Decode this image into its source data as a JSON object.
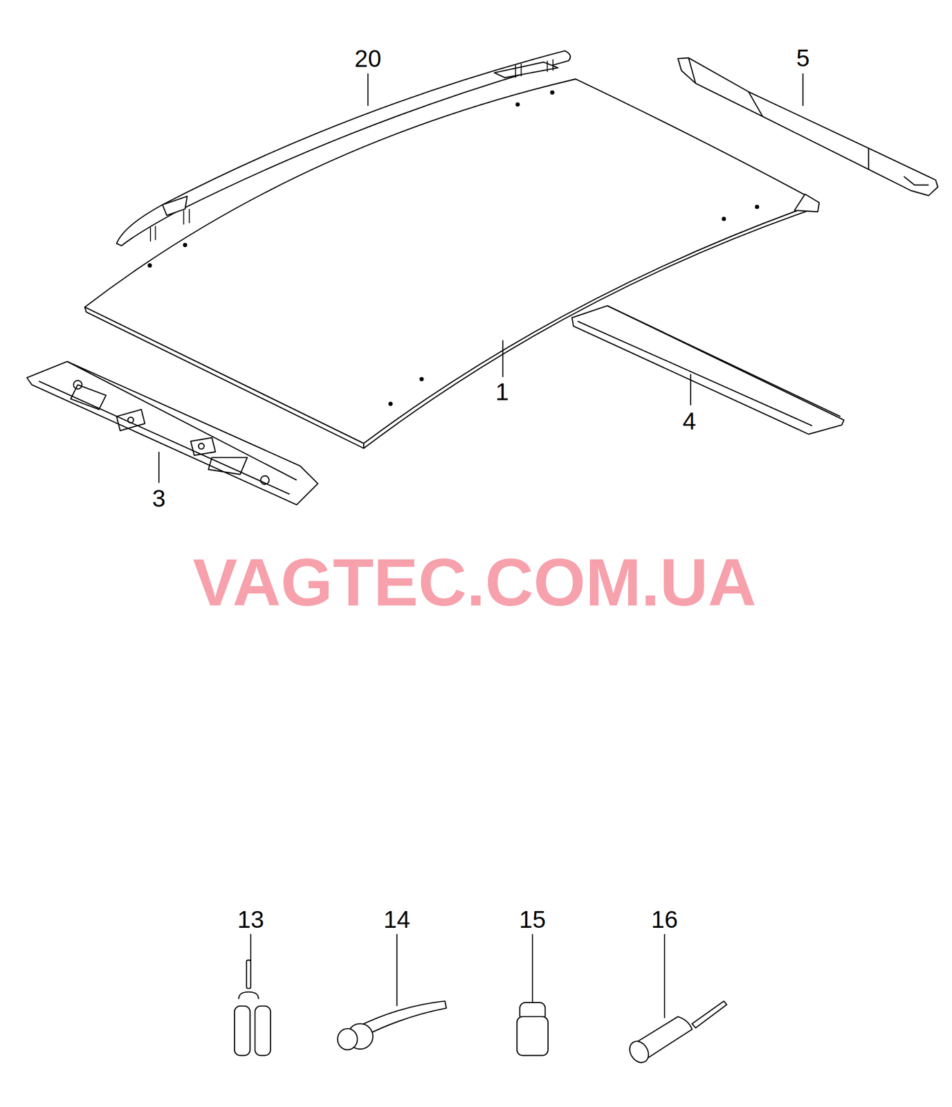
{
  "diagram": {
    "labels": [
      "20",
      "5",
      "1",
      "4",
      "3",
      "VAGTEC.COM.UA",
      "13",
      "14",
      "15",
      "16"
    ]
  }
}
